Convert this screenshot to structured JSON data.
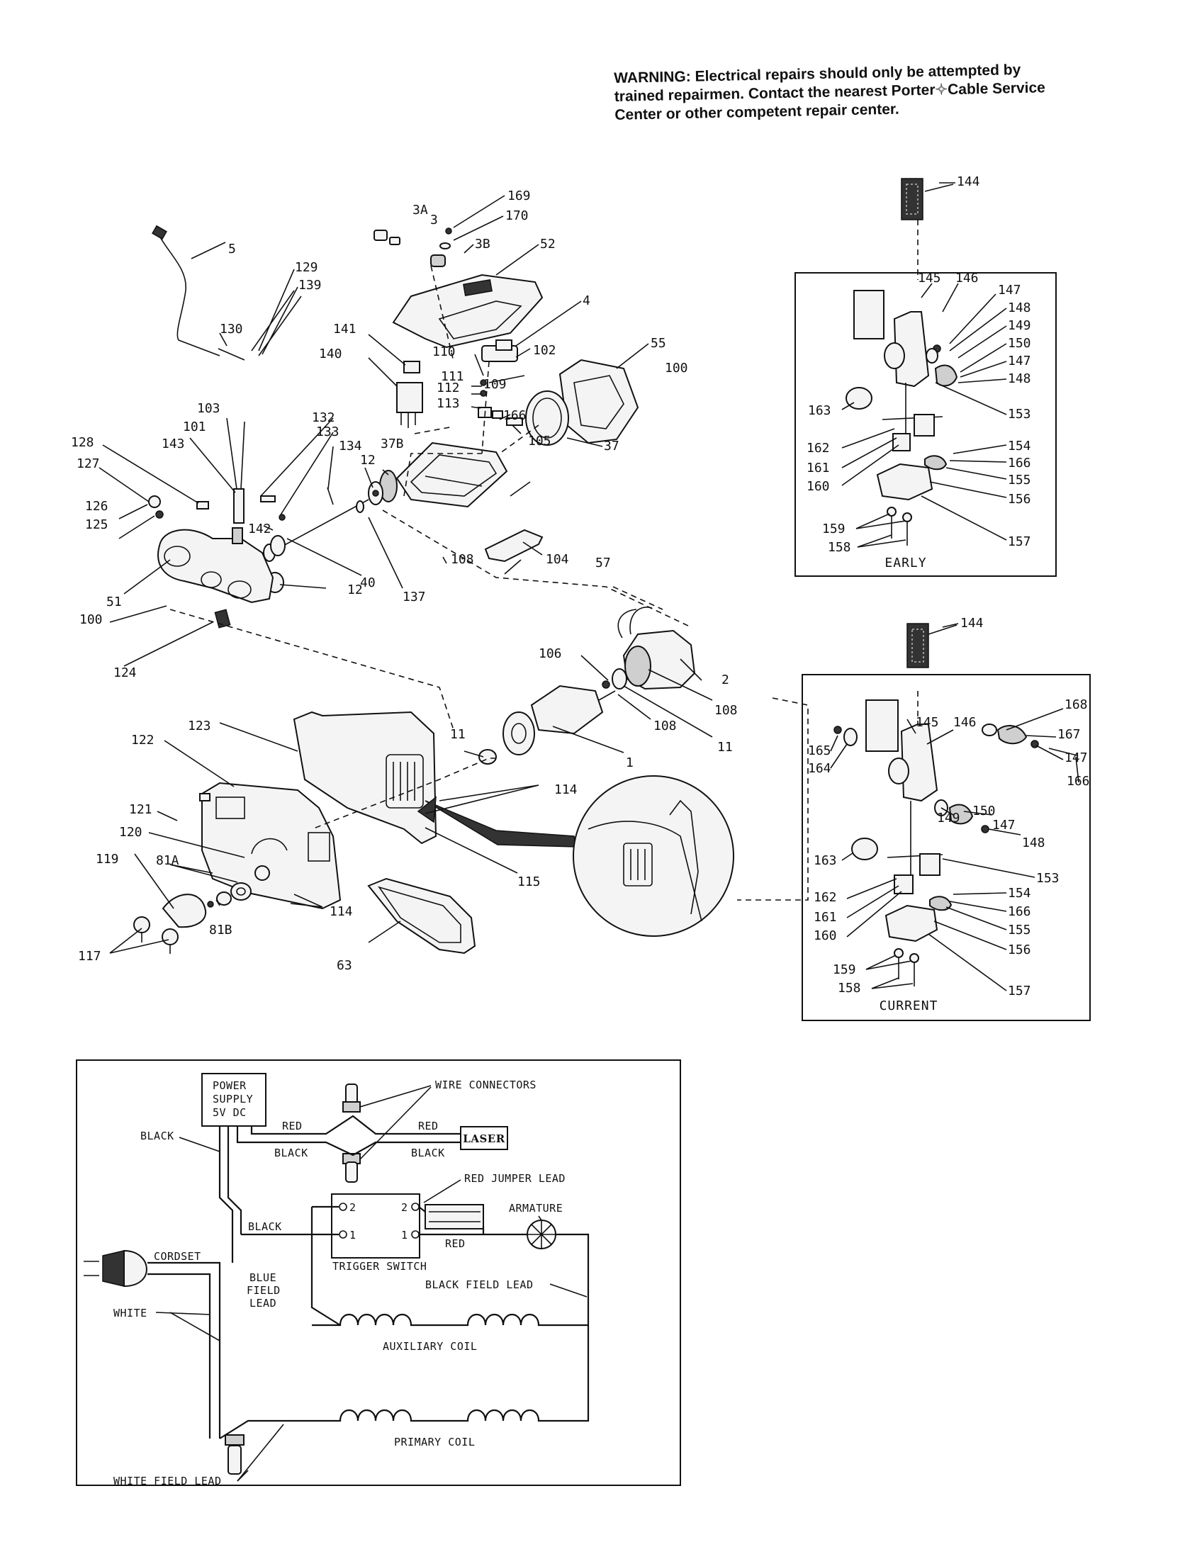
{
  "warning": {
    "line1": "WARNING:  Electrical repairs should only be attempted by",
    "line2": "trained repairmen.  Contact the nearest Porter✧Cable Service",
    "line3": "Center or other competent repair center."
  },
  "part_labels": {
    "p1": "1",
    "p2": "2",
    "p3": "3",
    "p3A": "3A",
    "p3B": "3B",
    "p4": "4",
    "p5": "5",
    "p11a": "11",
    "p11b": "11",
    "p12a": "12",
    "p12b": "12",
    "p37": "37",
    "p37B": "37B",
    "p40": "40",
    "p51": "51",
    "p52": "52",
    "p55": "55",
    "p57": "57",
    "p63": "63",
    "p81A": "81A",
    "p81B": "81B",
    "p100a": "100",
    "p100b": "100",
    "p101": "101",
    "p102": "102",
    "p103": "103",
    "p104": "104",
    "p105": "105",
    "p106": "106",
    "p108a": "108",
    "p108b": "108",
    "p108c": "108",
    "p109": "109",
    "p110": "110",
    "p111": "111",
    "p112": "112",
    "p113": "113",
    "p114a": "114",
    "p114b": "114",
    "p115": "115",
    "p117": "117",
    "p119": "119",
    "p120": "120",
    "p121": "121",
    "p122": "122",
    "p123": "123",
    "p124": "124",
    "p125": "125",
    "p126": "126",
    "p127": "127",
    "p128": "128",
    "p129": "129",
    "p130": "130",
    "p132": "132",
    "p133": "133",
    "p134": "134",
    "p137": "137",
    "p139": "139",
    "p140": "140",
    "p141": "141",
    "p142": "142",
    "p143": "143",
    "p166": "166",
    "p169": "169",
    "p170": "170"
  },
  "early_box": {
    "title": "EARLY",
    "labels": {
      "p144": "144",
      "p145": "145",
      "p146": "146",
      "p147a": "147",
      "p148a": "148",
      "p149": "149",
      "p150": "150",
      "p147b": "147",
      "p148b": "148",
      "p153": "153",
      "p163": "163",
      "p162": "162",
      "p161": "161",
      "p160": "160",
      "p154": "154",
      "p166": "166",
      "p155": "155",
      "p156": "156",
      "p157": "157",
      "p159": "159",
      "p158": "158"
    }
  },
  "current_box": {
    "title": "CURRENT",
    "labels": {
      "p144": "144",
      "p145": "145",
      "p146": "146",
      "p168": "168",
      "p167": "167",
      "p147a": "147",
      "p166a": "166",
      "p165": "165",
      "p164": "164",
      "p149": "149",
      "p150": "150",
      "p147b": "147",
      "p148": "148",
      "p163": "163",
      "p153": "153",
      "p162": "162",
      "p161": "161",
      "p160": "160",
      "p154": "154",
      "p166b": "166",
      "p155": "155",
      "p156": "156",
      "p157": "157",
      "p159": "159",
      "p158": "158"
    }
  },
  "wiring": {
    "power_supply_1": "POWER",
    "power_supply_2": "SUPPLY",
    "power_supply_3": "5V DC",
    "wire_connectors": "WIRE CONNECTORS",
    "red1": "RED",
    "red2": "RED",
    "black1": "BLACK",
    "black2": "BLACK",
    "laser": "LASER",
    "black_left": "BLACK",
    "red_jumper": "RED JUMPER LEAD",
    "armature": "ARMATURE",
    "black_mid": "BLACK",
    "red_mid": "RED",
    "cordset": "CORDSET",
    "trigger_switch": "TRIGGER SWITCH",
    "t1": "1",
    "t2": "2",
    "t2b": "2",
    "t1b": "1",
    "blue1": "BLUE",
    "blue2": "FIELD",
    "blue3": "LEAD",
    "black_field_lead": "BLACK FIELD LEAD",
    "white": "WHITE",
    "auxiliary_coil": "AUXILIARY COIL",
    "primary_coil": "PRIMARY COIL",
    "white_field_lead": "WHITE FIELD LEAD"
  }
}
